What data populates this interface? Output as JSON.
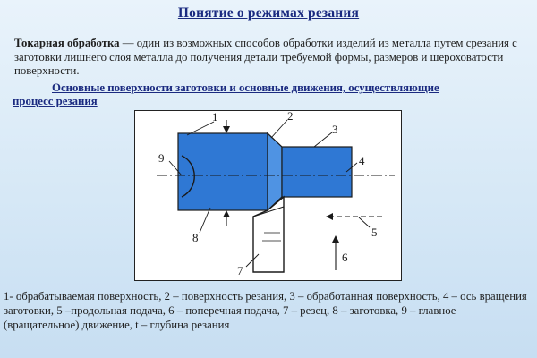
{
  "title": "Понятие о режимах резания",
  "intro": {
    "term": "Токарная обработка",
    "text": " — один из возможных способов обработки изделий из металла путем срезания с заготовки лишнего слоя металла до получения детали требуемой формы, размеров и шероховатости поверхности."
  },
  "subheading": {
    "line1": "Основные поверхности заготовки и основные движения, осуществляющие",
    "line2": "процесс резания"
  },
  "diagram": {
    "labels": {
      "n1": "1",
      "n2": "2",
      "n3": "3",
      "n4": "4",
      "n5": "5",
      "n6": "6",
      "n7": "7",
      "n8": "8",
      "n9": "9"
    },
    "colors": {
      "workpiece": "#2f78d4",
      "workpiece_light": "#4f93e3",
      "outline": "#1a1a1a",
      "tool": "#ffffff"
    }
  },
  "legend": "1- обрабатываемая поверхность, 2 – поверхность резания, 3 – обработанная поверхность, 4 – ось вращения заготовки, 5 –продольная подача, 6 – поперечная подача, 7 – резец, 8 – заготовка, 9 – главное (вращательное) движение, t – глубина резания"
}
